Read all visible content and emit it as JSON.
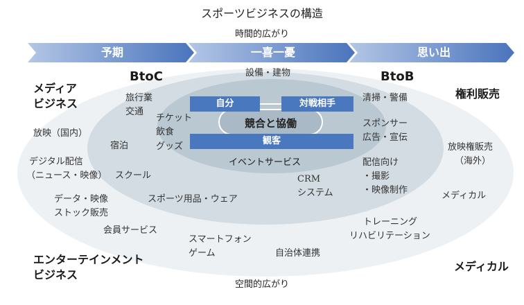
{
  "title": "スポーツビジネスの構造",
  "axes": {
    "time": "時間的広がり",
    "space": "空間的広がり"
  },
  "banner": {
    "stages": [
      "予期",
      "一喜一憂",
      "思い出"
    ],
    "color_start": "#b3c6e6",
    "color_end": "#4a74bc"
  },
  "core": {
    "self": "自分",
    "opponent": "対戦相手",
    "center": "競合と協働",
    "audience": "観客",
    "box_color": "#4a78bf"
  },
  "sectors": {
    "btoc": "BtoC",
    "btob": "BtoB",
    "media": [
      "メディア",
      "ビジネス"
    ],
    "rights": "権利販売",
    "entertainment": [
      "エンターテインメント",
      "ビジネス"
    ],
    "medical": "メディカル"
  },
  "items": {
    "facilities": "設備・建物",
    "travel": [
      "旅行業",
      "交通"
    ],
    "ticket_food_goods": [
      "チケット",
      "飲食",
      "グッズ"
    ],
    "lodging": "宿泊",
    "school": "スクール",
    "broadcast_domestic": "放映（国内）",
    "digital": [
      "デジタル配信",
      "（ニュース・映像）"
    ],
    "data_stock": [
      "データ・映像",
      "ストック販売"
    ],
    "sports_goods": "スポーツ用品・ウェア",
    "membership": "会員サービス",
    "smartphone": [
      "スマートフォン",
      "ゲーム"
    ],
    "municipal": "自治体連携",
    "event_service": "イベントサービス",
    "crm": [
      "CRM",
      "システム"
    ],
    "cleaning": "清掃・警備",
    "sponsor": [
      "スポンサー",
      "広告・宣伝"
    ],
    "streaming": [
      "配信向け",
      "・撮影",
      "・映像制作"
    ],
    "broadcast_rights": [
      "放映権販売",
      "（海外）"
    ],
    "medical_small": "メディカル",
    "training": [
      "トレーニング",
      "リハビリテーション"
    ]
  },
  "colors": {
    "outer_ellipse": "#eef1f4",
    "middle_ellipse": "#d3dce3",
    "inner_ellipse": "#bac8d2",
    "center_ellipse": "#a9b9c5"
  }
}
